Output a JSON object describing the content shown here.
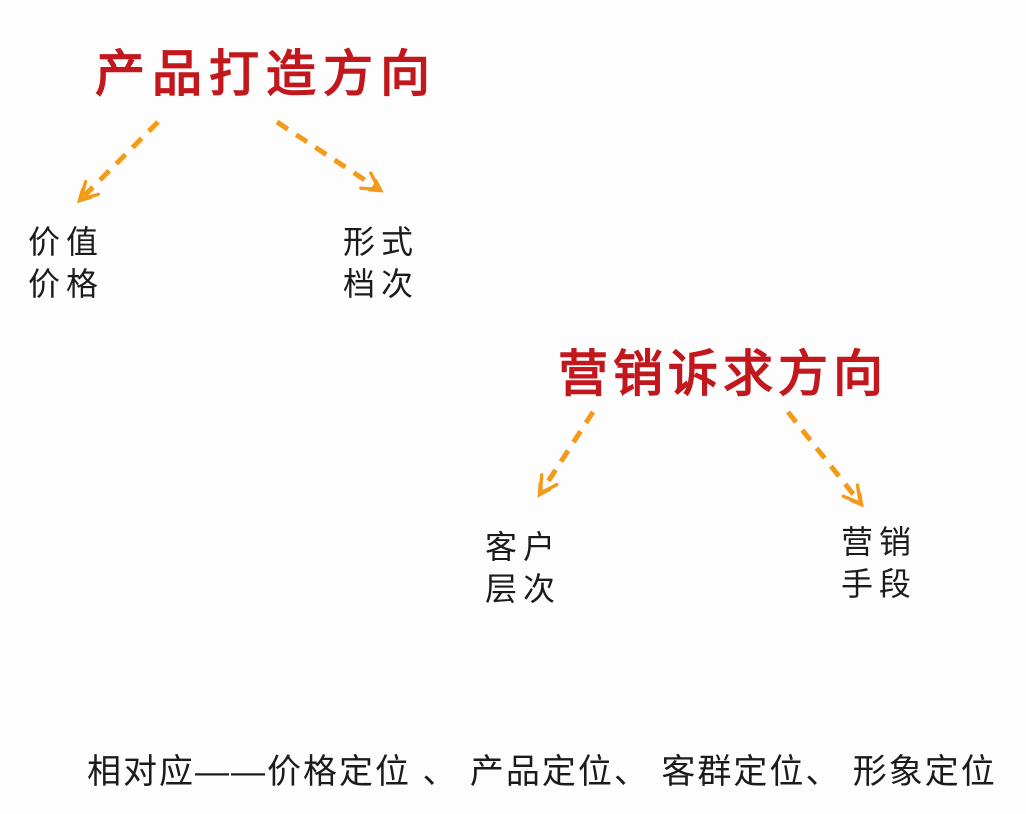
{
  "colors": {
    "background": "#fdfdfd",
    "title_red": "#c2181d",
    "arrow_orange": "#f39a19",
    "text_dark": "#1b1b1b"
  },
  "product_section": {
    "title": "产品打造方向",
    "branch_left": {
      "line1": "价值",
      "line2": "价格"
    },
    "branch_right": {
      "line1": "形式",
      "line2": "档次"
    }
  },
  "marketing_section": {
    "title": "营销诉求方向",
    "branch_left": {
      "line1": "客户",
      "line2": "层次"
    },
    "branch_right": {
      "line1": "营销",
      "line2": "手段"
    }
  },
  "arrows": [
    {
      "from": "产品打造方向",
      "to": "价值/价格"
    },
    {
      "from": "产品打造方向",
      "to": "形式/档次"
    },
    {
      "from": "营销诉求方向",
      "to": "客户/层次"
    },
    {
      "from": "营销诉求方向",
      "to": "营销/手段"
    }
  ],
  "footer": {
    "text": "相对应——价格定位 、 产品定位、 客群定位、 形象定位"
  }
}
